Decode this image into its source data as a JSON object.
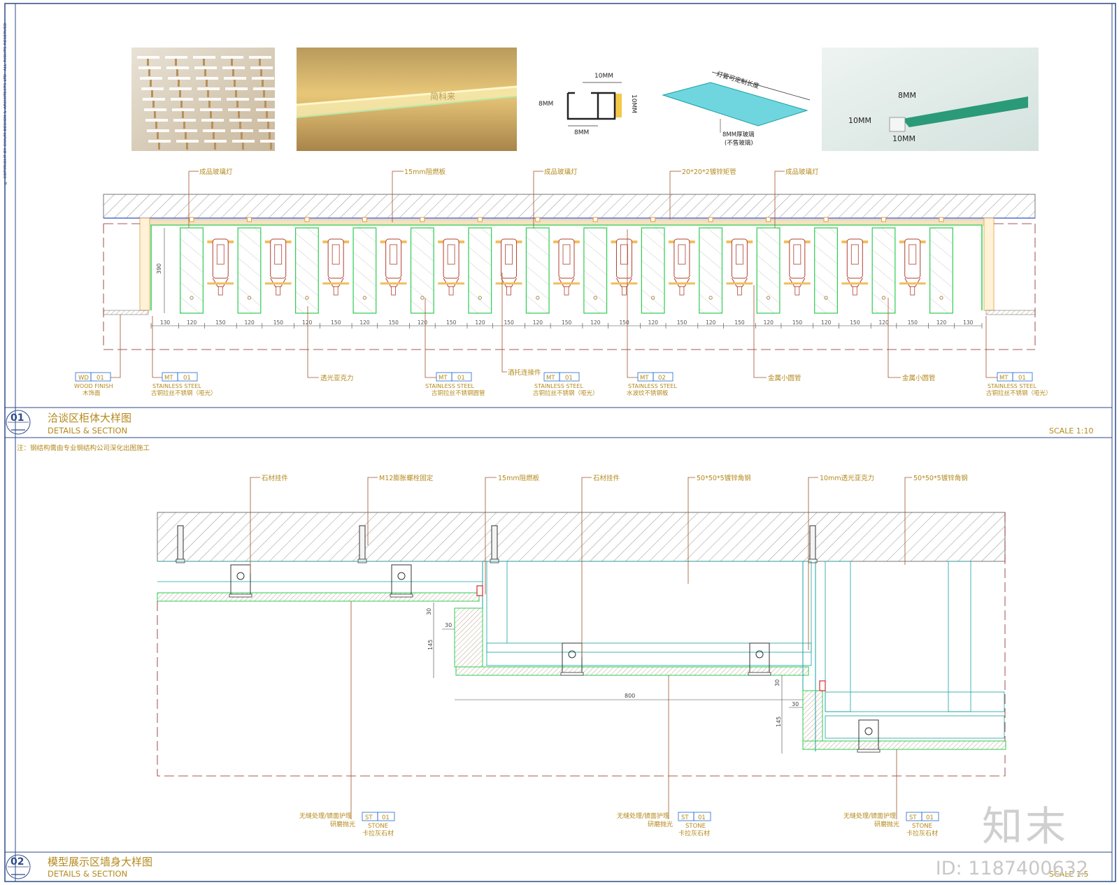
{
  "side_note": "© COPYRIGHT BY CHIUM DESIGN & ARCHITECTS LTD. ALL RIGHTS RESERVED",
  "photo_watermark": "简科来",
  "profile": {
    "top": "10MM",
    "right": "10MM",
    "left": "8MM",
    "bottom": "8MM"
  },
  "glass_panel": {
    "length": "灯管可定制长度",
    "thick": "8MM厚玻璃",
    "note": "(不售玻璃)"
  },
  "photo_labels": {
    "a": "8MM",
    "b": "10MM",
    "c": "10MM"
  },
  "s1": {
    "callouts_top": [
      "成品玻璃灯",
      "15mm阻燃板",
      "成品玻璃灯",
      "20*20*2镀锌矩管",
      "成品玻璃灯"
    ],
    "height_dim": "390",
    "dims": [
      "130",
      "120",
      "150",
      "120",
      "150",
      "120",
      "150",
      "120",
      "150",
      "120",
      "150",
      "120",
      "150",
      "120",
      "150",
      "120",
      "150",
      "120",
      "150",
      "120",
      "150",
      "120",
      "150",
      "120",
      "150",
      "120",
      "150",
      "120",
      "130"
    ],
    "tags": [
      {
        "code": "WD",
        "num": "01",
        "en": "WOOD  FINISH",
        "cn": "木饰面"
      },
      {
        "code": "MT",
        "num": "01",
        "en": "STAINLESS  STEEL",
        "cn": "古铜拉丝不锈钢（哑光）"
      },
      {
        "code": "MT",
        "num": "01",
        "en": "STAINLESS  STEEL",
        "cn": "古铜拉丝不锈钢圆管"
      },
      {
        "code": "MT",
        "num": "01",
        "en": "STAINLESS  STEEL",
        "cn": "古铜拉丝不锈钢（哑光）"
      },
      {
        "code": "MT",
        "num": "02",
        "en": "STAINLESS  STEEL",
        "cn": "水波纹不锈钢板"
      },
      {
        "code": "MT",
        "num": "01",
        "en": "STAINLESS  STEEL",
        "cn": "古铜拉丝不锈钢（哑光）"
      }
    ],
    "bottom_notes": [
      "透光亚克力",
      "酒托连接件",
      "金属小圆管",
      "金属小圆管"
    ],
    "number": "01",
    "title_cn": "洽谈区柜体大样图",
    "title_en": "DETAILS & SECTION",
    "scale": "SCALE  1:10"
  },
  "note": "注：钢结构需由专业钢结构公司深化出图施工",
  "s2": {
    "callouts_top": [
      "石材挂件",
      "M12膨胀螺栓固定",
      "15mm阻燃板",
      "石材挂件",
      "50*50*5镀锌角钢",
      "10mm透光亚克力",
      "50*50*5镀锌角钢"
    ],
    "dims": {
      "d30a": "30",
      "d30b": "30",
      "d145a": "145",
      "d800": "800",
      "d30c": "30",
      "d30d": "30",
      "d145b": "145"
    },
    "stone_tags": [
      {
        "note1": "无缝处理/镜面护理",
        "note2": "研磨抛光",
        "code": "ST",
        "num": "01",
        "en": "STONE",
        "cn": "卡拉灰石材"
      },
      {
        "note1": "无缝处理/镜面护理",
        "note2": "研磨抛光",
        "code": "ST",
        "num": "01",
        "en": "STONE",
        "cn": "卡拉灰石材"
      },
      {
        "note1": "无缝处理/镜面护理",
        "note2": "研磨抛光",
        "code": "ST",
        "num": "01",
        "en": "STONE",
        "cn": "卡拉灰石材"
      }
    ],
    "number": "02",
    "title_cn": "模型展示区墙身大样图",
    "title_en": "DETAILS & SECTION",
    "scale": "SCALE  1:5"
  },
  "brand": "知末",
  "id_text": "ID: 1187400632",
  "colors": {
    "leader": "#a0522d",
    "label": "#b58a1e",
    "green": "#2ecc52",
    "cyan": "#1aa0a0",
    "dim": "#555555",
    "title": "#c8a030",
    "frame": "#2e4a8a"
  }
}
